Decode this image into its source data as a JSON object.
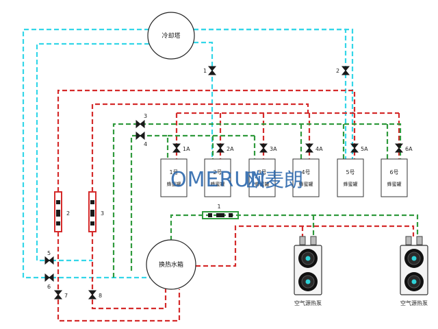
{
  "colors": {
    "cooling": "#33d6e8",
    "hot": "#d42a2a",
    "green": "#2f9a3c",
    "valve": "#1a1a1a",
    "brand": "#1f5fa8"
  },
  "watermark": {
    "latin": "OMERUN",
    "chinese": "欧麦朗"
  },
  "cooling_tower": {
    "label": "冷却塔"
  },
  "heat_tank": {
    "label": "换热水箱"
  },
  "tanks": [
    {
      "label": "1号",
      "sub": "蜂蜜罐"
    },
    {
      "label": "2号",
      "sub": "蜂蜜罐"
    },
    {
      "label": "3号",
      "sub": "蜂蜜罐"
    },
    {
      "label": "4号",
      "sub": "蜂蜜罐"
    },
    {
      "label": "5号",
      "sub": "蜂蜜罐"
    },
    {
      "label": "6号",
      "sub": "蜂蜜罐"
    }
  ],
  "heat_pumps": [
    {
      "label": "空气源热泵"
    },
    {
      "label": "空气源热泵"
    }
  ],
  "valve_labels": {
    "v1": "1",
    "v2": "2",
    "v3": "3",
    "v4": "4",
    "v5": "5",
    "v6": "6",
    "v7": "7",
    "v8": "8",
    "v1a": "1A",
    "v2a": "2A",
    "v3a": "3A",
    "v4a": "4A",
    "v5a": "5A",
    "v6a": "6A",
    "f2": "2",
    "f3": "3",
    "p1": "1"
  }
}
